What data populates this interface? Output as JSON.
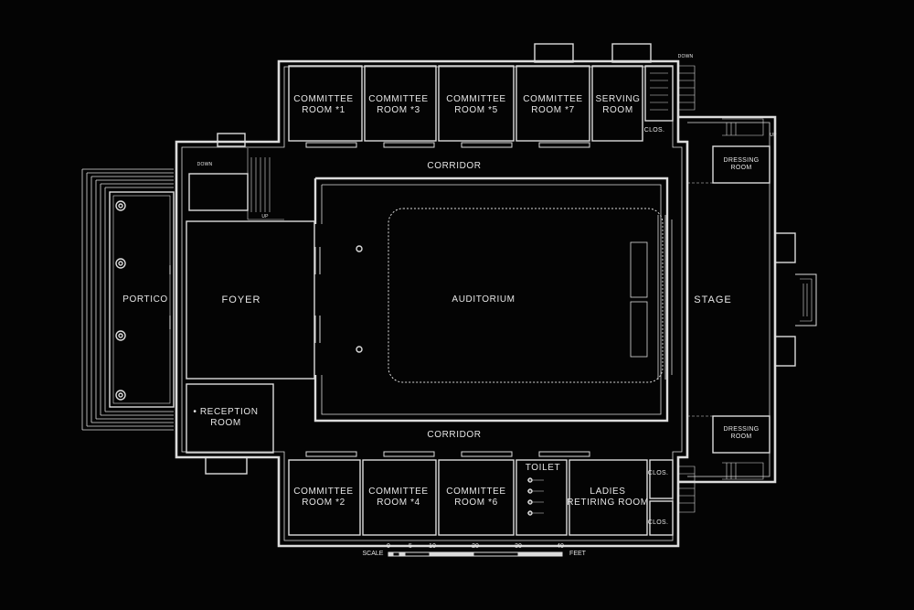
{
  "plan": {
    "rooms": {
      "committee_room_1": "COMMITTEE\nROOM *1",
      "committee_room_3": "COMMITTEE\nROOM *3",
      "committee_room_5": "COMMITTEE\nROOM *5",
      "committee_room_7": "COMMITTEE\nROOM *7",
      "serving_room": "SERVING\nROOM",
      "committee_room_2": "COMMITTEE\nROOM *2",
      "committee_room_4": "COMMITTEE\nROOM *4",
      "committee_room_6": "COMMITTEE\nROOM *6",
      "toilet": "TOILET",
      "ladies_retiring_room": "LADIES\nRETIRING ROOM",
      "portico": "PORTICO",
      "foyer": "FOYER",
      "auditorium": "AUDITORIUM",
      "stage": "STAGE",
      "dressing_room_top": "DRESSING\nROOM",
      "dressing_room_bottom": "DRESSING\nROOM",
      "reception_room": "• RECEPTION\nROOM",
      "corridor_top": "CORRIDOR",
      "corridor_bottom": "CORRIDOR",
      "clos_top": "CLOS.",
      "clos_bottom_1": "CLOS.",
      "clos_bottom_2": "CLOS.",
      "down_top": "DOWN",
      "down_left": "DOWN",
      "up_left": "UP",
      "up_right": "UP"
    },
    "scale": {
      "label": "SCALE",
      "unit": "FEET",
      "ticks": [
        "0",
        "5",
        "10",
        "20",
        "30",
        "40"
      ]
    }
  }
}
